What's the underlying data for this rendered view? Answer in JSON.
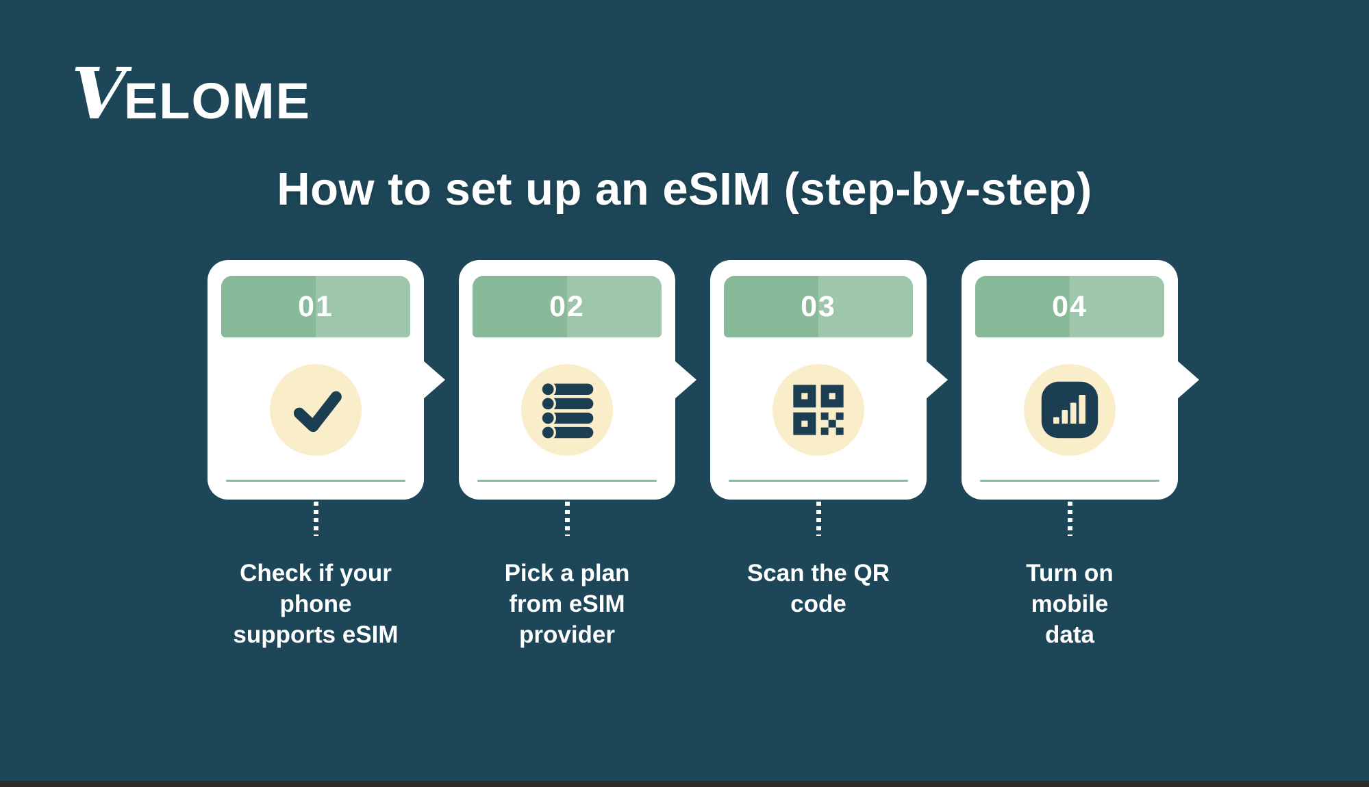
{
  "theme": {
    "bg": "#1D4758",
    "card": "#FFFFFF",
    "green-dark": "#88BA99",
    "green-light": "#9DC6AA",
    "cream": "#FAEECA",
    "ink": "#1B3E53",
    "underline": "#85BE9A",
    "text": "#FFFFFF",
    "bottom-bar": "#2B2B2B"
  },
  "brand": {
    "name": "VELOME",
    "initial": "V",
    "rest": "ELOME"
  },
  "title": "How to set up an eSIM (step-by-step)",
  "steps": [
    {
      "number": "01",
      "icon": "check-icon",
      "label": "Check if your phone supports eSIM",
      "label_lines": [
        "Check if your",
        "phone",
        "supports eSIM"
      ]
    },
    {
      "number": "02",
      "icon": "list-icon",
      "label": "Pick a plan from eSIM provider",
      "label_lines": [
        "Pick a plan",
        "from eSIM",
        "provider"
      ]
    },
    {
      "number": "03",
      "icon": "qr-code-icon",
      "label": "Scan the QR code",
      "label_lines": [
        "Scan the QR",
        "code"
      ]
    },
    {
      "number": "04",
      "icon": "signal-bars-icon",
      "label": "Turn on mobile data",
      "label_lines": [
        "Turn on",
        "mobile",
        "data"
      ]
    }
  ]
}
